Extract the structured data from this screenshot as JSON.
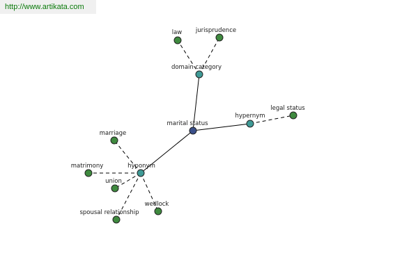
{
  "watermark": "http://www.artikata.com",
  "colors": {
    "root": "#3a4f8a",
    "relation": "#3f9a96",
    "leaf": "#3f8a3f"
  },
  "root": {
    "id": "marital_status",
    "label": "marital status"
  },
  "relations": [
    {
      "id": "domain_category",
      "label": "domain category",
      "parent": "marital_status"
    },
    {
      "id": "hypernym",
      "label": "hypernym",
      "parent": "marital_status"
    },
    {
      "id": "hyponym",
      "label": "hyponym",
      "parent": "marital_status"
    }
  ],
  "leaves": [
    {
      "id": "law",
      "label": "law",
      "parent": "domain_category"
    },
    {
      "id": "jurisprudence",
      "label": "jurisprudence",
      "parent": "domain_category"
    },
    {
      "id": "legal_status",
      "label": "legal status",
      "parent": "hypernym"
    },
    {
      "id": "marriage",
      "label": "marriage",
      "parent": "hyponym"
    },
    {
      "id": "matrimony",
      "label": "matrimony",
      "parent": "hyponym"
    },
    {
      "id": "union",
      "label": "union",
      "parent": "hyponym"
    },
    {
      "id": "spousal_relationship",
      "label": "spousal relationship",
      "parent": "hyponym"
    },
    {
      "id": "wedlock",
      "label": "wedlock",
      "parent": "hyponym"
    }
  ]
}
